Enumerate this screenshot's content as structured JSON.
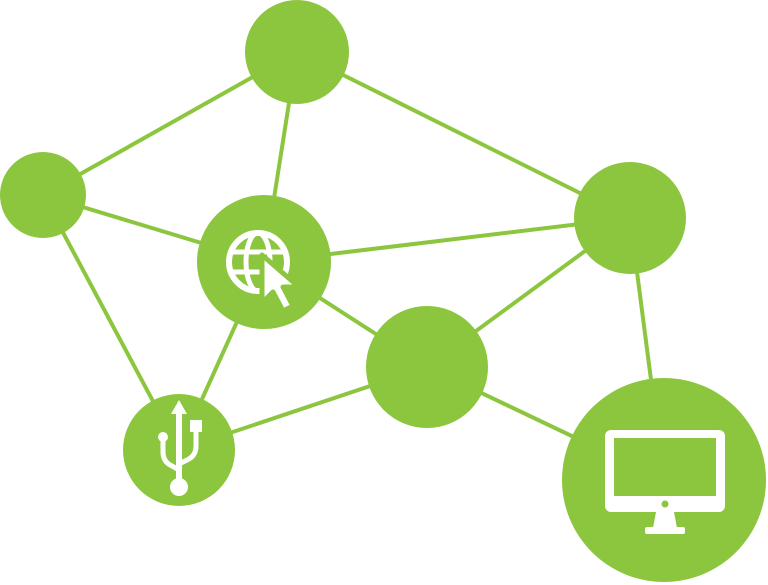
{
  "colors": {
    "node": "#8cc63f",
    "edge": "#8cc63f",
    "icon": "#ffffff",
    "background": "#ffffff"
  },
  "nodes": [
    {
      "id": "top",
      "icon": null
    },
    {
      "id": "left",
      "icon": null
    },
    {
      "id": "web",
      "icon": "globe-cursor-icon"
    },
    {
      "id": "right",
      "icon": null
    },
    {
      "id": "center",
      "icon": null
    },
    {
      "id": "usb",
      "icon": "usb-icon"
    },
    {
      "id": "monitor",
      "icon": "monitor-icon"
    }
  ],
  "edges": [
    [
      "top",
      "left"
    ],
    [
      "top",
      "web"
    ],
    [
      "top",
      "right"
    ],
    [
      "left",
      "web"
    ],
    [
      "left",
      "usb"
    ],
    [
      "web",
      "right"
    ],
    [
      "web",
      "center"
    ],
    [
      "web",
      "usb"
    ],
    [
      "right",
      "center"
    ],
    [
      "right",
      "monitor"
    ],
    [
      "center",
      "usb"
    ],
    [
      "center",
      "monitor"
    ]
  ]
}
